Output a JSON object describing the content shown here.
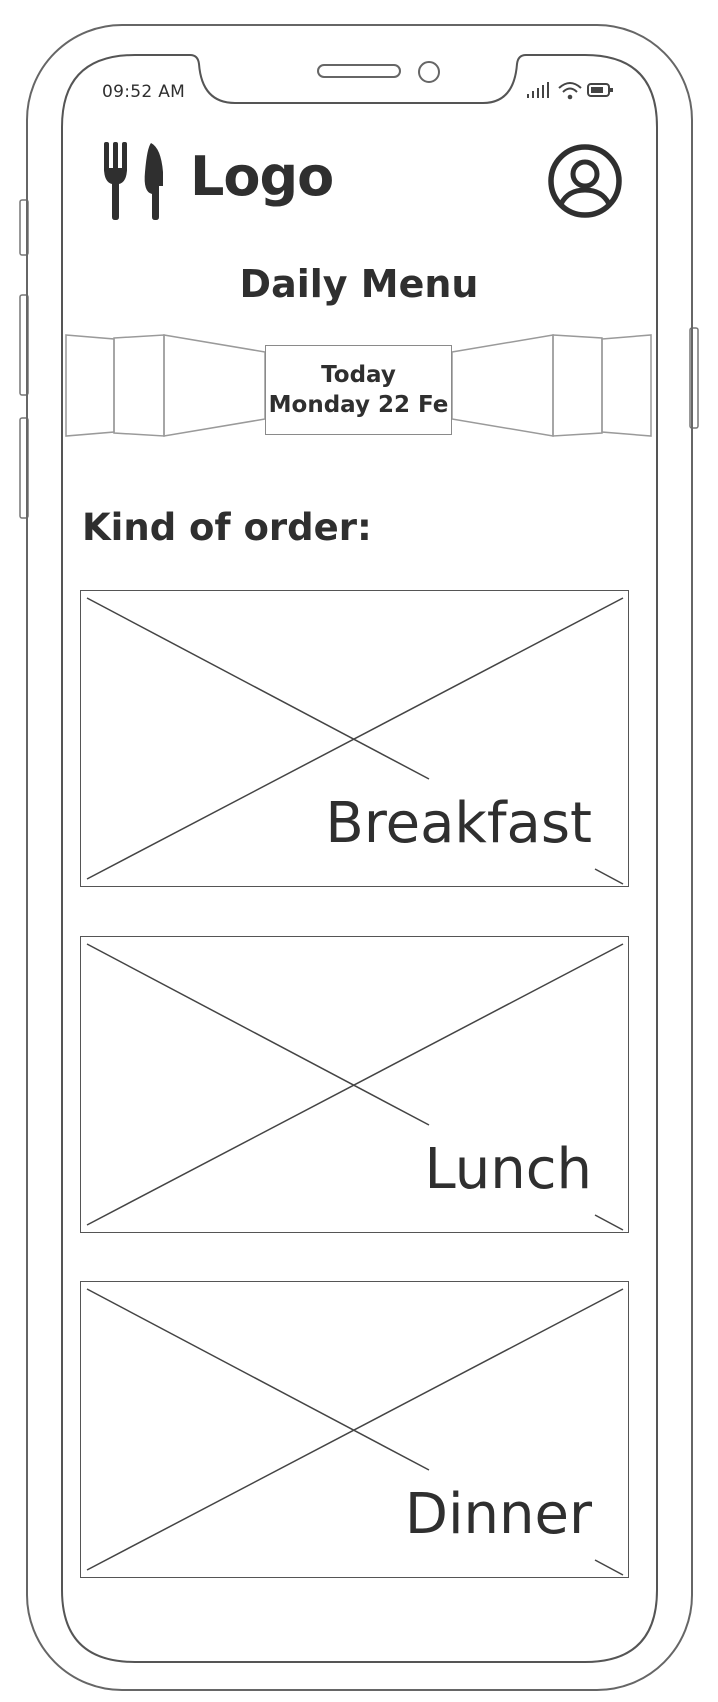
{
  "status_bar": {
    "time": "09:52 AM",
    "icons": [
      "signal-icon",
      "wifi-icon",
      "battery-icon"
    ]
  },
  "header": {
    "logo_icon": "fork-knife-icon",
    "logo_text": "Logo",
    "profile_icon": "user-profile-icon"
  },
  "page_title": "Daily Menu",
  "date_picker": {
    "line1": "Today",
    "line2": "Monday 22 Fe"
  },
  "section_label": "Kind of order:",
  "cards": [
    {
      "label": "Breakfast"
    },
    {
      "label": "Lunch"
    },
    {
      "label": "Dinner"
    }
  ],
  "colors": {
    "stroke": "#555555",
    "text": "#2f2f2f",
    "background": "#ffffff"
  }
}
